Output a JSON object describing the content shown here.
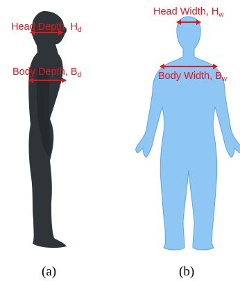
{
  "panel_a": {
    "head_label": {
      "text": "Head Depth, H",
      "sub": "d"
    },
    "body_label": {
      "text": "Body Depth, B",
      "sub": "d"
    },
    "caption": "(a)"
  },
  "panel_b": {
    "head_label": {
      "text": "Head Width, H",
      "sub": "w"
    },
    "body_label": {
      "text": "Body Width, B",
      "sub": "w"
    },
    "caption": "(b)"
  },
  "colors": {
    "side_silhouette": "#2f3438",
    "front_silhouette": "#8ec7f3",
    "front_outline": "#5aa6e0",
    "annotation": "#e8141c"
  }
}
